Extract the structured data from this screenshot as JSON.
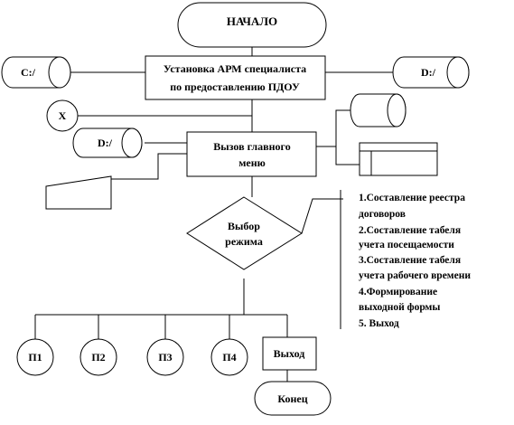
{
  "nodes": {
    "start": "НАЧАЛО",
    "install": [
      "Установка АРМ специалиста",
      "по предоставлению ПДОУ"
    ],
    "disk_c": "C:/",
    "disk_d_right": "D:/",
    "disk_d_left": "D:/",
    "x_circle": "X",
    "main_menu": [
      "Вызов главного",
      "меню"
    ],
    "choice": [
      "Выбор",
      "режима"
    ],
    "p1": "П1",
    "p2": "П2",
    "p3": "П3",
    "p4": "П4",
    "exit": "Выход",
    "end": "Конец"
  },
  "modes": [
    "1.Составление реестра",
    "договоров",
    "2.Составление табеля",
    "учета посещаемости",
    "3.Составление табеля",
    "учета рабочего времени",
    "4.Формирование",
    "выходной формы",
    "5. Выход"
  ]
}
